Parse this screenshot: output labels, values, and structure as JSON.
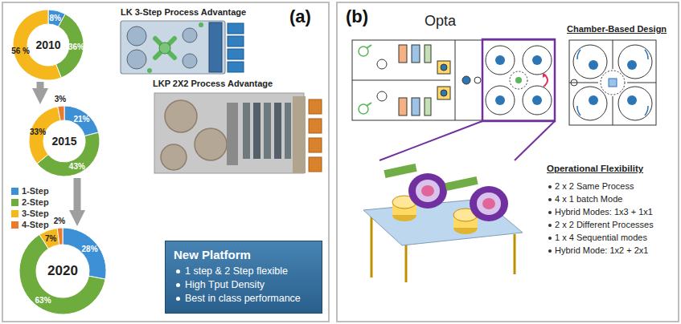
{
  "diagram": {
    "nodes": [
      {
        "text": [
          "(a)"
        ]
      },
      {
        "text": [
          "2010",
          "8%",
          "36%",
          "56 %"
        ],
        "in": 0
      },
      {
        "text": [
          "2015",
          "21%",
          "43%",
          "33%",
          "3%"
        ],
        "in": 0
      },
      {
        "text": [
          "2020",
          "28%",
          "63%",
          "7%",
          "2%"
        ],
        "in": 0
      },
      {
        "text": [
          "New Platform",
          "1 step & 2 Step flexible",
          "High Tput Density",
          "Best in class performance"
        ],
        "in": 0
      },
      {
        "text": [
          "(b)"
        ]
      }
    ],
    "edges": [
      {
        "from": 1,
        "to": 2,
        "arrow": "to"
      },
      {
        "from": 2,
        "to": 3,
        "arrow": "to"
      }
    ],
    "labels": [
      "LK 3-Step Process Advantage",
      "LKP 2X2 Process Advantage",
      "Opta",
      "Chamber-Based Design",
      "Operational Flexibility",
      "2 x 2 Same Process",
      "4 x 1 batch Mode",
      "Hybrid Modes: 1x3 + 1x1",
      "2 x 2 Different Processes",
      "1 x 4 Sequential modes",
      "Hybrid Mode: 1x2 + 2x1"
    ],
    "legend": [
      {
        "text": "1-Step",
        "color": "#3d8fd6"
      },
      {
        "text": "2-Step",
        "color": "#6fac3e"
      },
      {
        "text": "3-Step",
        "color": "#f5b71c"
      },
      {
        "text": "4-Step",
        "color": "#ec7a2e"
      }
    ]
  }
}
